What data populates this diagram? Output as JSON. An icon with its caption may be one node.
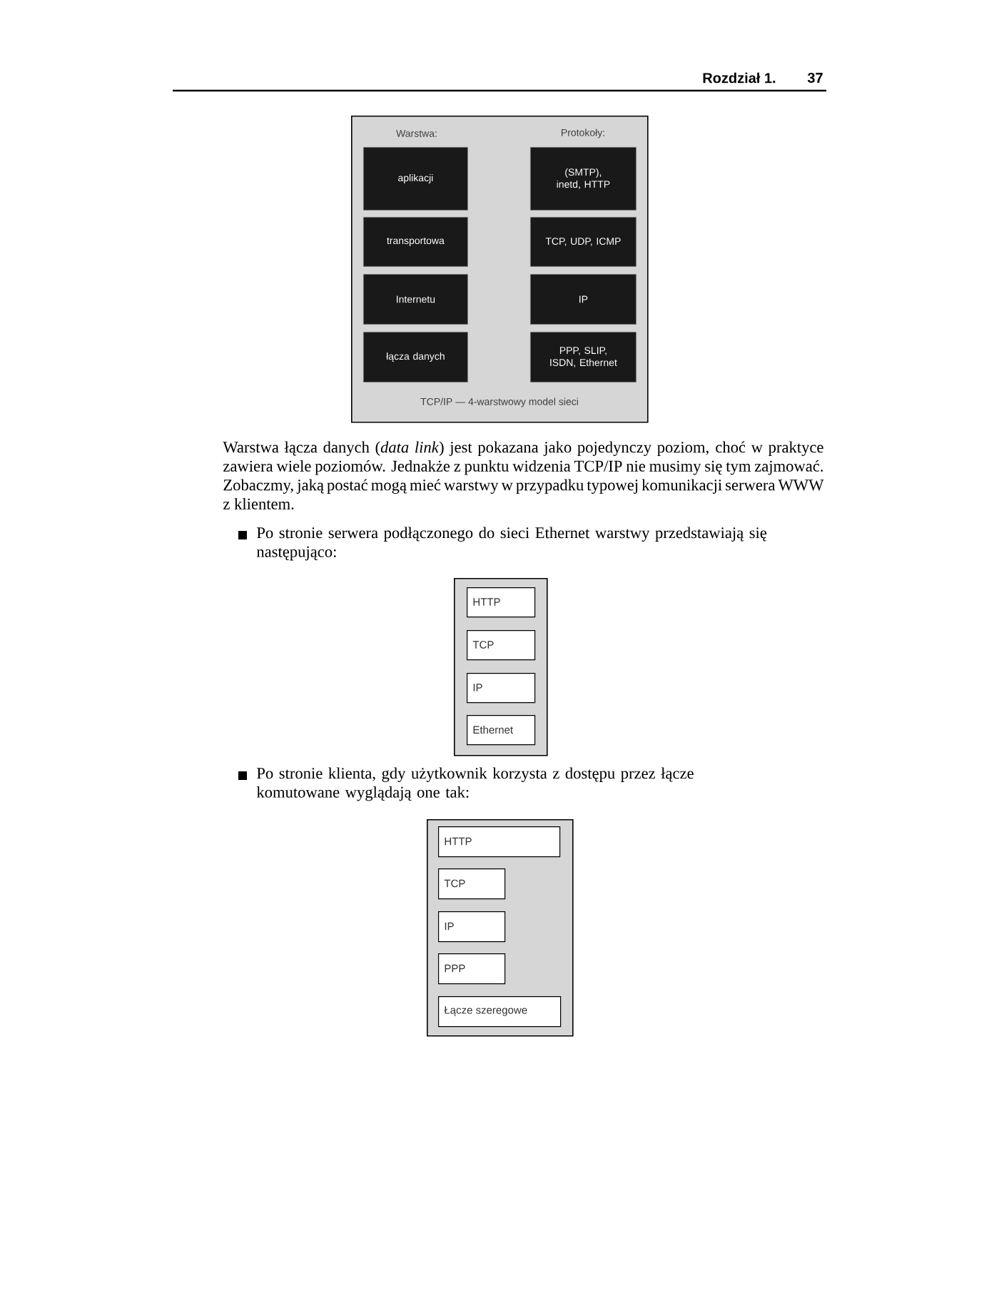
{
  "diagram": {
    "nodes": [
      {
        "text": [
          "Warstwa:",
          "Protokoły:",
          "TCP/IP — 4-warstwowy model sieci"
        ]
      },
      {
        "text": [
          "aplikacji"
        ],
        "in": 0
      },
      {
        "text": [
          "(SMTP), inetd, HTTP"
        ],
        "in": 0
      },
      {
        "text": [
          "transportowa"
        ],
        "in": 0
      },
      {
        "text": [
          "TCP, UDP, ICMP"
        ],
        "in": 0
      },
      {
        "text": [
          "Internetu"
        ],
        "in": 0
      },
      {
        "text": [
          "IP"
        ],
        "in": 0
      },
      {
        "text": [
          "łącza danych"
        ],
        "in": 0
      },
      {
        "text": [
          "PPP, SLIP, ISDN, Ethernet"
        ],
        "in": 0
      },
      {
        "text": [],
        "shape": "box"
      },
      {
        "text": [
          "HTTP"
        ],
        "in": 9
      },
      {
        "text": [
          "TCP"
        ],
        "in": 9
      },
      {
        "text": [
          "IP"
        ],
        "in": 9
      },
      {
        "text": [
          "Ethernet"
        ],
        "in": 9
      },
      {
        "text": [],
        "shape": "box"
      },
      {
        "text": [
          "HTTP"
        ],
        "in": 14
      },
      {
        "text": [
          "TCP"
        ],
        "in": 14
      },
      {
        "text": [
          "IP"
        ],
        "in": 14
      },
      {
        "text": [
          "PPP"
        ],
        "in": 14
      },
      {
        "text": [
          "Łącze szeregowe"
        ],
        "in": 14
      }
    ],
    "labels": [
      "Rozdział 1.",
      "37",
      "Warstwa łącza danych (*data link*) jest pokazana jako pojedynczy poziom, choć w praktyce zawiera wiele poziomów. Jednakże z punktu widzenia TCP/IP nie musimy się tym zajmować. Zobaczmy, jaką postać mogą mieć warstwy w przypadku typowej komunikacji serwera WWW z klientem.",
      "Po stronie serwera podłączonego do sieci Ethernet warstwy przedstawiają się następująco:",
      "Po stronie klienta, gdy użytkownik korzysta z dostępu przez łącze komutowane wyglądają one tak:"
    ]
  }
}
